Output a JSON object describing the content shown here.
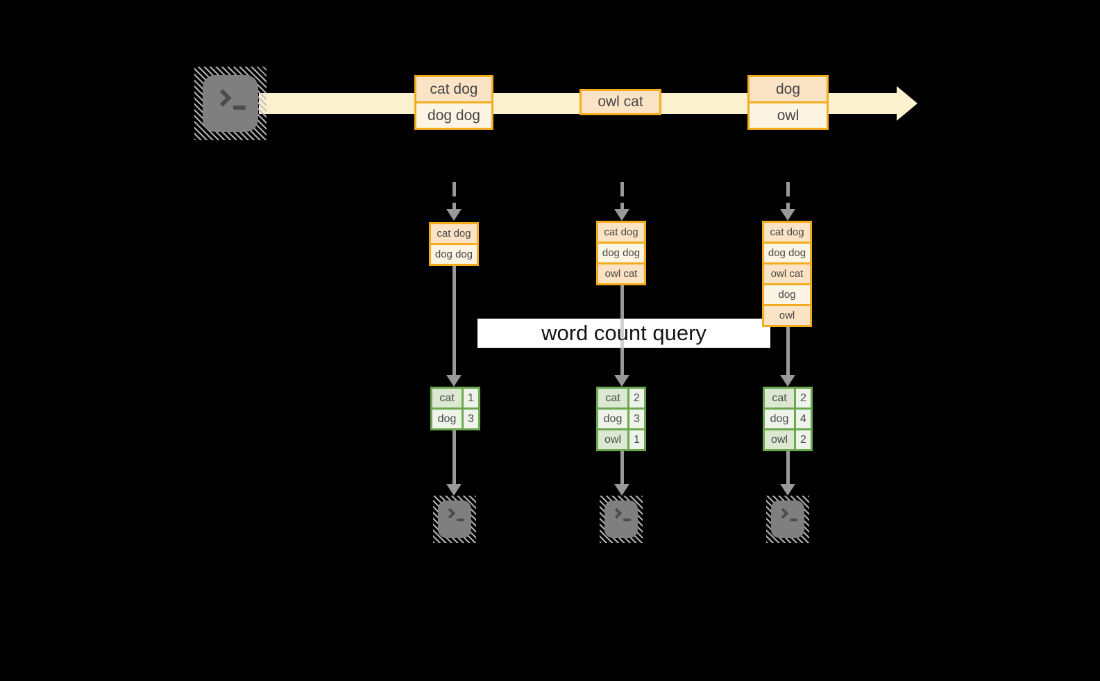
{
  "diagram": {
    "query_label": "word count query",
    "stream": {
      "batches": [
        {
          "rows": [
            "cat dog",
            "dog dog"
          ]
        },
        {
          "rows": [
            "owl cat"
          ]
        },
        {
          "rows": [
            "dog",
            "owl"
          ]
        }
      ]
    },
    "columns": [
      {
        "accumulated": [
          "cat dog",
          "dog dog"
        ],
        "counts": [
          {
            "word": "cat",
            "count": "1"
          },
          {
            "word": "dog",
            "count": "3"
          }
        ]
      },
      {
        "accumulated": [
          "cat dog",
          "dog dog",
          "owl cat"
        ],
        "counts": [
          {
            "word": "cat",
            "count": "2"
          },
          {
            "word": "dog",
            "count": "3"
          },
          {
            "word": "owl",
            "count": "1"
          }
        ]
      },
      {
        "accumulated": [
          "cat dog",
          "dog dog",
          "owl cat",
          "dog",
          "owl"
        ],
        "counts": [
          {
            "word": "cat",
            "count": "2"
          },
          {
            "word": "dog",
            "count": "4"
          },
          {
            "word": "owl",
            "count": "2"
          }
        ]
      }
    ],
    "icons": {
      "source": "terminal-icon",
      "sinks": [
        "terminal-icon",
        "terminal-icon",
        "terminal-icon"
      ],
      "stream_arrow": "right-arrow",
      "flow_arrow": "down-arrow"
    },
    "colors": {
      "background": "#000000",
      "stream_band": "#FCF1CF",
      "record_border": "#F2AC1E",
      "record_fill_peach": "#FBE3C5",
      "record_fill_cream": "#FDF5E4",
      "table_border": "#6BA84F",
      "table_fill_green": "#DCE8D2",
      "table_fill_light": "#EEF4E9",
      "arrow_gray": "#999999",
      "label_bg": "#FFFFFF",
      "text": "#454545"
    }
  }
}
